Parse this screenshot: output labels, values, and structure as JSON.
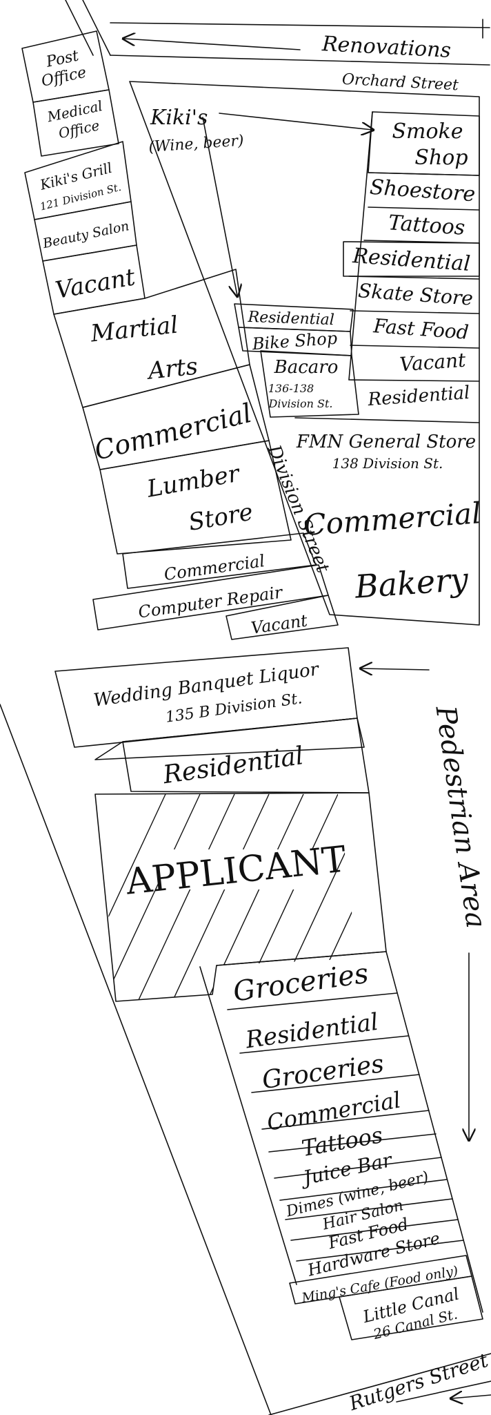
{
  "streets": {
    "renovations": "Renovations",
    "orchard": "Orchard Street",
    "division": "Division Street",
    "pedestrian": "Pedestrian Area",
    "rutgers": "Rutgers Street"
  },
  "west_side": {
    "post_office": [
      "Post",
      "Office"
    ],
    "medical_office": [
      "Medical",
      "Office"
    ],
    "kikis_grill": [
      "Kiki's Grill",
      "121 Division St."
    ],
    "beauty_salon": "Beauty Salon",
    "vacant_1": "Vacant",
    "martial_arts": [
      "Martial",
      "Arts"
    ],
    "commercial_1": "Commercial",
    "lumber_store": [
      "Lumber",
      "Store"
    ],
    "commercial_2": "Commercial",
    "computer_repair": "Computer Repair",
    "vacant_2": "Vacant",
    "wedding_banquet": [
      "Wedding Banquet Liquor",
      "135 B Division St."
    ],
    "residential": "Residential",
    "applicant": "APPLICANT"
  },
  "south_strip": [
    "Groceries",
    "Residential",
    "Groceries",
    "Commercial",
    "Tattoos",
    "Juice Bar",
    "Dimes (wine, beer)",
    "Hair Salon",
    "Fast Food",
    "Hardware Store",
    "Ming's Cafe (Food only)"
  ],
  "little_canal": [
    "Little Canal",
    "26 Canal St."
  ],
  "east_block": {
    "kikis": [
      "Kiki's",
      "(Wine, beer)"
    ],
    "smoke_shop": [
      "Smoke",
      "Shop"
    ],
    "shoestore": "Shoestore",
    "tattoos": "Tattoos",
    "residential_1": "Residential",
    "skate_store": "Skate Store",
    "fast_food": "Fast Food",
    "vacant": "Vacant",
    "residential_2": "Residential",
    "residential_3": "Residential",
    "bike_shop": "Bike Shop",
    "bacaro": [
      "Bacaro",
      "136-138",
      "Division St."
    ],
    "fmn": [
      "FMN General Store",
      "138 Division St."
    ],
    "commercial": "Commercial",
    "bakery": "Bakery"
  }
}
